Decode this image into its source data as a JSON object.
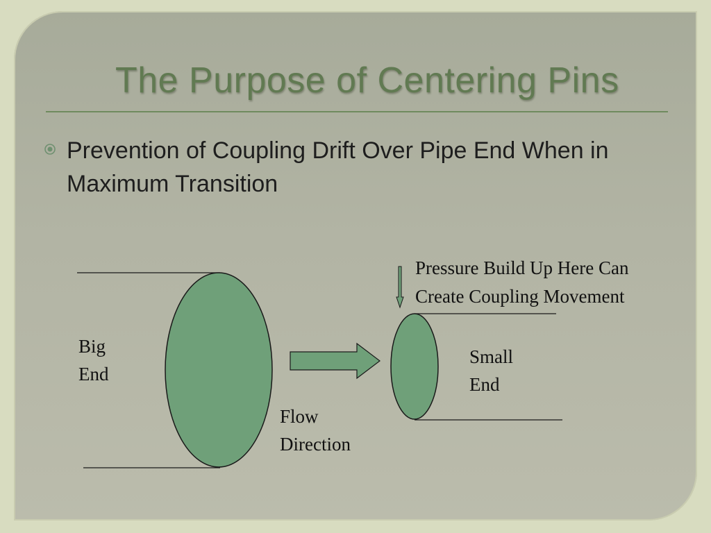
{
  "slide": {
    "title": "The Purpose of Centering Pins",
    "bullets": [
      {
        "icon": "circle-dot-bullet-icon",
        "text": "Prevention of Coupling Drift  Over Pipe End When in Maximum Transition"
      }
    ]
  },
  "diagram": {
    "big_end_label": "Big End",
    "big_end_line1": "Big",
    "big_end_line2": "End",
    "flow_line1": "Flow",
    "flow_line2": "Direction",
    "small_end_line1": "Small",
    "small_end_line2": "End",
    "pressure_line1": "Pressure Build Up Here Can",
    "pressure_line2": "Create Coupling Movement"
  },
  "colors": {
    "title": "#617a52",
    "shape_fill": "#6fa079",
    "background": "#b2b4a4"
  }
}
